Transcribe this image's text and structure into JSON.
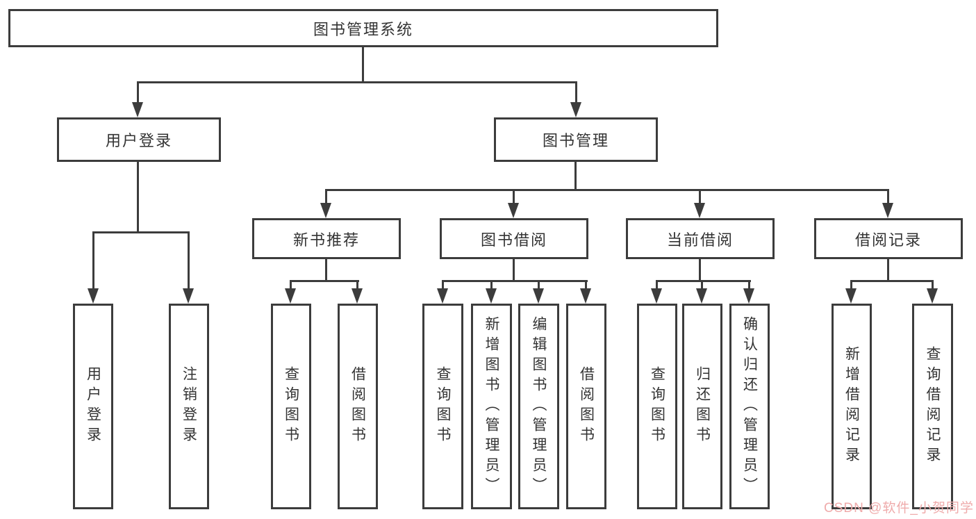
{
  "diagram": {
    "nodes": {
      "root": "图书管理系统",
      "user_login": "用户登录",
      "book_mgmt": "图书管理",
      "new_books": "新书推荐",
      "book_borrow": "图书借阅",
      "current_borrow": "当前借阅",
      "borrow_records": "借阅记录"
    },
    "leaves": {
      "login": [
        "用户登录",
        "注销登录"
      ],
      "new_books": [
        "查询图书",
        "借阅图书"
      ],
      "book_borrow": [
        "查询图书",
        "新增图书（管理员）",
        "编辑图书（管理员）",
        "借阅图书"
      ],
      "current_borrow": [
        "查询图书",
        "归还图书",
        "确认归还（管理员）"
      ],
      "borrow_records": [
        "新增借阅记录",
        "查询借阅记录"
      ]
    },
    "colors": {
      "line": "#3c3c3c",
      "text": "#333333",
      "background": "#ffffff",
      "watermark": "#efabab"
    }
  },
  "watermark": {
    "text": "CSDN @软件_小贺同学"
  }
}
